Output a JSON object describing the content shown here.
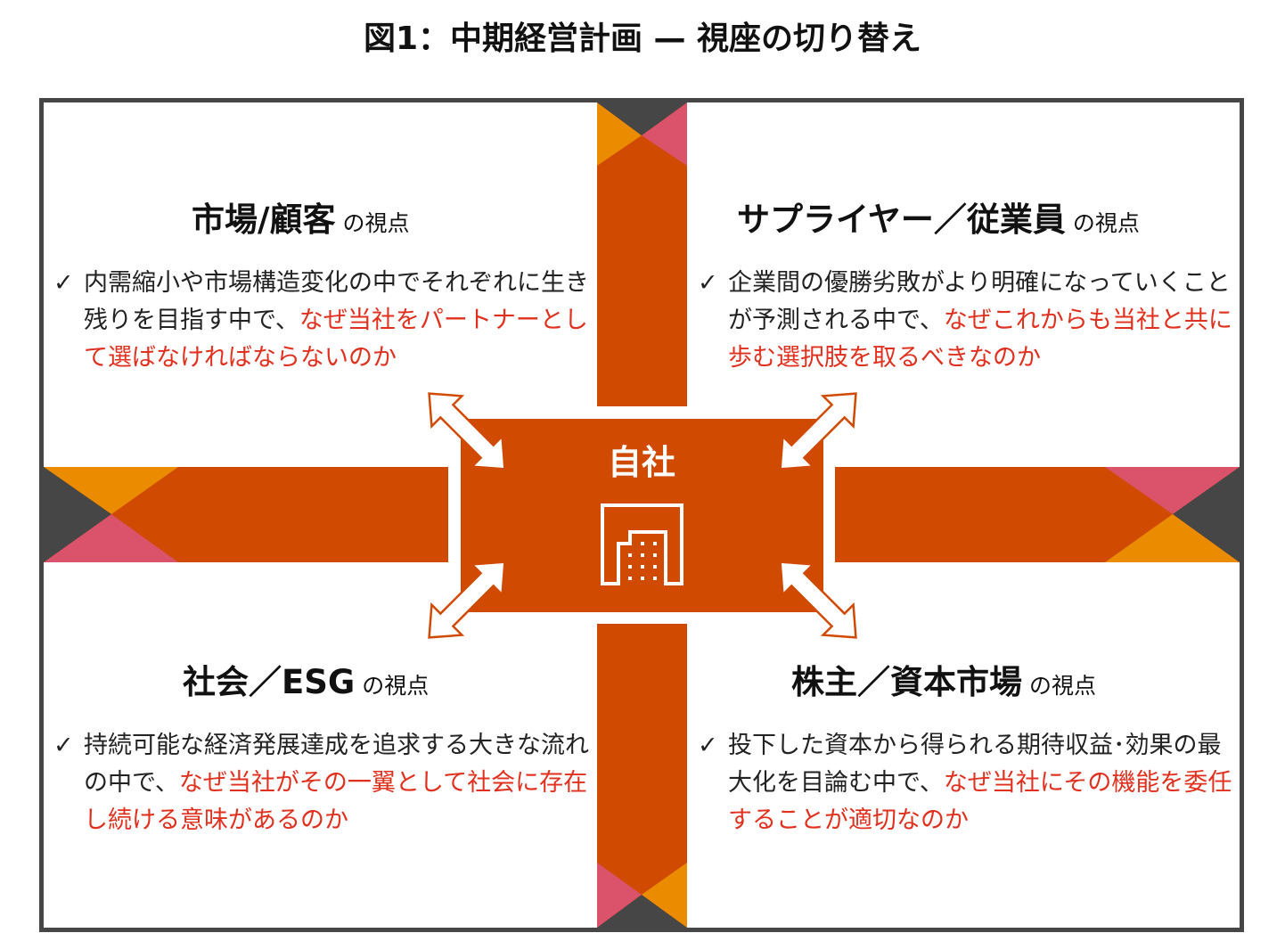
{
  "title": "図1：中期経営計画 — 視座の切り替え",
  "center": {
    "label": "自社",
    "icon": "building-icon"
  },
  "quadrants": [
    {
      "heading": "市場/顧客",
      "suffix": "の視点",
      "text": "内需縮小や市場構造変化の中でそれぞれに生き残りを目指す中で、",
      "highlight": "なぜ当社をパートナーとして選ばなければならないのか"
    },
    {
      "heading": "サプライヤー／従業員",
      "suffix": "の視点",
      "text": "企業間の優勝劣敗がより明確になっていくことが予測される中で、",
      "highlight": "なぜこれからも当社と共に歩む選択肢を取るべきなのか"
    },
    {
      "heading": "社会／ESG",
      "suffix": "の視点",
      "text": "持続可能な経済発展達成を追求する大きな流れの中で、",
      "highlight": "なぜ当社がその一翼として社会に存在し続ける意味があるのか"
    },
    {
      "heading": "株主／資本市場",
      "suffix": "の視点",
      "text": "投下した資本から得られる期待収益･効果の最大化を目論む中で、",
      "highlight": "なぜ当社にその機能を委任することが適切なのか"
    }
  ],
  "check_mark": "✓",
  "colors": {
    "orange": "#D04A02",
    "amber": "#EB8C00",
    "pink": "#DB536A",
    "dark": "#464646",
    "red": "#E0301E"
  }
}
